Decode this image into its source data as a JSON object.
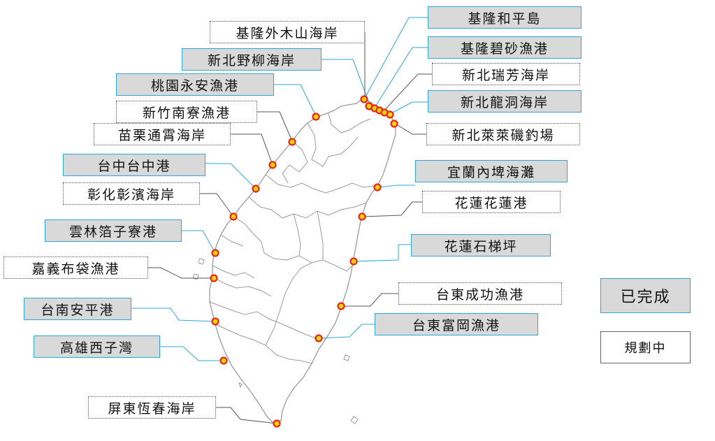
{
  "colors": {
    "completed_border": "#2ba8d8",
    "completed_fill": "#d9d9d9",
    "planned_border": "#555555",
    "marker_fill": "#ffd400",
    "marker_stroke": "#e8261c",
    "island_outline": "#9a9a9a"
  },
  "legend": {
    "completed": "已完成",
    "planned": "規劃中"
  },
  "sites": {
    "keelung_heping_island": "基隆和平島",
    "keelung_waimushan": "基隆外木山海岸",
    "keelung_bisha": "基隆碧砂漁港",
    "newtaipei_yeliu": "新北野柳海岸",
    "newtaipei_ruifang": "新北瑞芳海岸",
    "taoyuan_yongan": "桃園永安漁港",
    "newtaipei_longdong": "新北龍洞海岸",
    "hsinchu_nanliao": "新竹南寮漁港",
    "newtaipei_laolai": "新北萊萊磯釣場",
    "miaoli_tongxiao": "苗栗通霄海岸",
    "taichung_port": "台中台中港",
    "yilan_neipi": "宜蘭內埤海灘",
    "changhua_zhangbin": "彰化彰濱海岸",
    "hualien_port": "花蓮花蓮港",
    "yunlin_jiziliao": "雲林箔子寮港",
    "hualien_shitiping": "花蓮石梯坪",
    "chiayi_budai": "嘉義布袋漁港",
    "taitung_chenggong": "台東成功漁港",
    "tainan_anping": "台南安平港",
    "taitung_fugang": "台東富岡漁港",
    "kaohsiung_sizihwan": "高雄西子灣",
    "pingtung_hengchun": "屏東恆春海岸"
  }
}
